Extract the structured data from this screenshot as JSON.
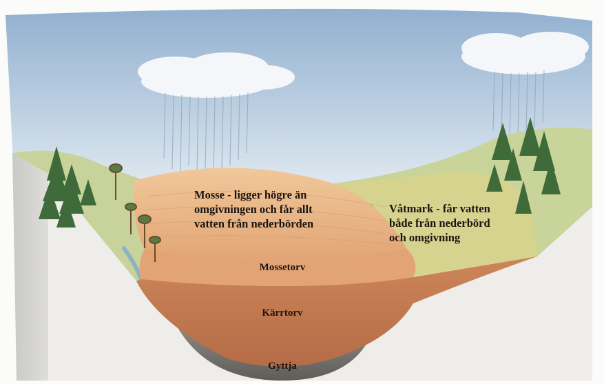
{
  "diagram": {
    "labels": {
      "mosse": "Mosse - ligger högre än\nomgivningen och får allt\nvatten från nederbörden",
      "vatmark": "Våtmark - får vatten\nbåde från nederbörd\noch omgivning",
      "mossetorv": "Mossetorv",
      "karrtorv": "Kärrtorv",
      "gyttja": "Gyttja"
    },
    "colors": {
      "sky": "#a9c3dc",
      "cloud": "#f3f5f8",
      "rain": "#8fa3b8",
      "bog_surface": "#e6b07a",
      "mossetorv": "#e3a475",
      "karrtorv": "#c57a52",
      "gyttja": "#7c7a74",
      "grassland": "#c9d49a",
      "wetland": "#d2d08a",
      "tree": "#3e6a3a",
      "water": "#8fb1bf",
      "ground": "#ecebe8"
    }
  }
}
